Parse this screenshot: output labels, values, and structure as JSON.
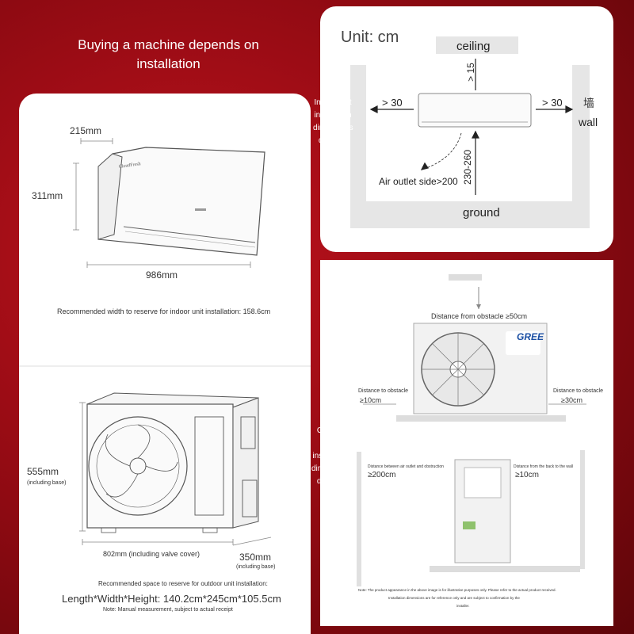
{
  "header": {
    "title": "Buying a machine depends on installation"
  },
  "indoor_unit": {
    "depth_label": "215mm",
    "height_label": "311mm",
    "width_label": "986mm",
    "brand_text": "CloudFresh",
    "recommended_text": "Recommended width to reserve for indoor unit installation: 158.6cm"
  },
  "outdoor_unit": {
    "height_label": "555mm",
    "height_note": "(including base)",
    "width_label": "802mm (including valve cover)",
    "depth_label": "350mm",
    "depth_note": "(including base)",
    "recommended_text": "Recommended space to reserve for outdoor unit installation:",
    "dimensions_text": "Length*Width*Height: 140.2cm*245cm*105.5cm",
    "measurement_note": "Note: Manual measurement, subject to actual receipt"
  },
  "indoor_diagram": {
    "unit_label": "Unit: cm",
    "ceiling_label": "ceiling",
    "top_gap": "> 15",
    "left_gap": "> 30",
    "right_gap": "> 30",
    "wall_cn": "墙",
    "wall_label": "wall",
    "outlet_label": "Air outlet side>200",
    "floor_gap": "230-260",
    "ground_label": "ground",
    "side_title": "Indoor unit installation dimensions diagram"
  },
  "outdoor_diagram": {
    "side_title": "Outdoor unit installation dimensions diagram",
    "top_distance": "Distance from obstacle ≥50cm",
    "left_label": "Distance to obstacle",
    "left_value": "≥10cm",
    "right_label": "Distance to obstacle",
    "right_value": "≥30cm",
    "outlet_label": "Distance between air outlet and obstruction",
    "outlet_value": "≥200cm",
    "back_label": "Distance from the back to the wall",
    "back_value": "≥10cm",
    "brand": "GREE",
    "disclaimer_1": "Note: The product appearance in the above image is for illustrative purposes only. Please refer to the actual product received.",
    "disclaimer_2": "Installation dimensions are for reference only and are subject to confirmation by the",
    "disclaimer_3": "installer."
  },
  "colors": {
    "background": "#a50e17",
    "panel": "#ffffff",
    "brand_blue": "#1b4fa3",
    "brand_red": "#d6222a"
  }
}
